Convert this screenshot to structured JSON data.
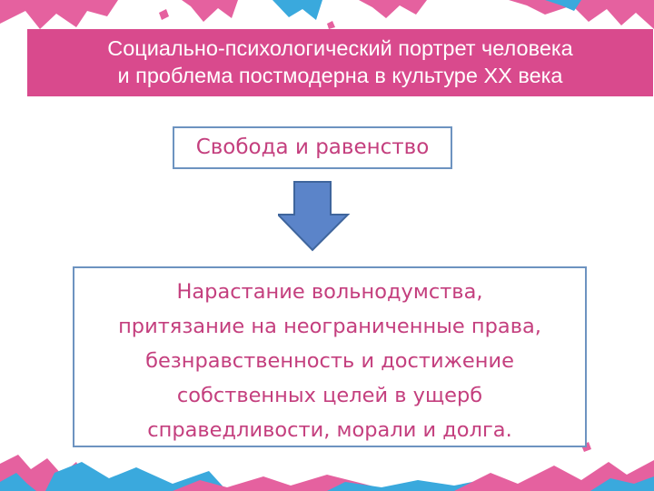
{
  "colors": {
    "banner_bg": "#d94a8d",
    "banner_text": "#ffffff",
    "box_border": "#6d93c0",
    "box_text": "#c43f7e",
    "arrow_fill": "#5b84c9",
    "arrow_stroke": "#3f659c",
    "splash_pink": "#e5619f",
    "splash_blue": "#3aa9dd"
  },
  "title": {
    "line1": "Социально-психологический портрет человека",
    "line2": "и проблема постмодерна в культуре XX века"
  },
  "freedom_box": {
    "text": "Свобода и равенство"
  },
  "arrow": {
    "icon": "down-arrow-icon"
  },
  "consequence_box": {
    "lines": [
      "Нарастание вольнодумства,",
      "притязание на неограниченные права,",
      "безнравственность и достижение",
      "собственных целей в ущерб",
      "справедливости, морали и долга."
    ]
  }
}
